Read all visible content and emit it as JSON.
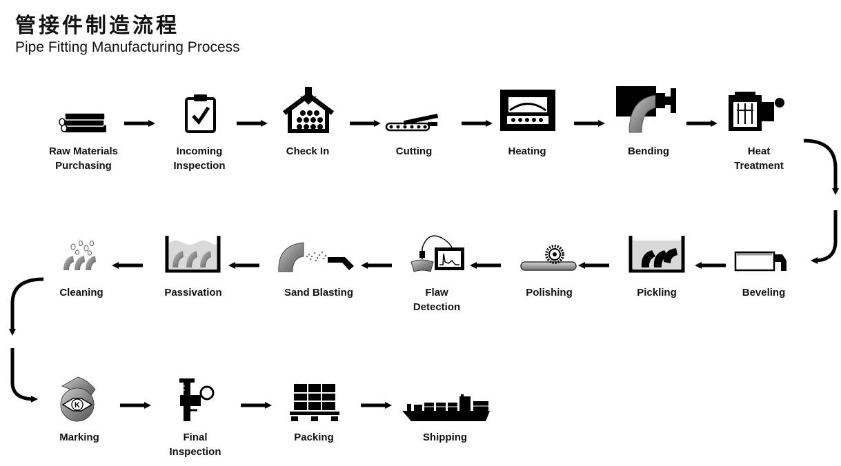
{
  "title_cn": "管接件制造流程",
  "title_en": "Pipe Fitting Manufacturing  Process",
  "marking_logo_letter": "K",
  "steps": [
    {
      "lines": [
        "Raw Materials",
        "Purchasing"
      ],
      "icon": "pipe-stack-icon"
    },
    {
      "lines": [
        "Incoming",
        "Inspection"
      ],
      "icon": "clipboard-check-icon"
    },
    {
      "lines": [
        "Check In",
        ""
      ],
      "icon": "warehouse-icon"
    },
    {
      "lines": [
        "Cutting",
        ""
      ],
      "icon": "saw-conveyor-icon"
    },
    {
      "lines": [
        "Heating",
        ""
      ],
      "icon": "furnace-icon"
    },
    {
      "lines": [
        "Bending",
        ""
      ],
      "icon": "pipe-bender-icon"
    },
    {
      "lines": [
        "Heat",
        "Treatment"
      ],
      "icon": "heat-treatment-machine-icon"
    },
    {
      "lines": [
        "Beveling",
        ""
      ],
      "icon": "beveling-machine-icon"
    },
    {
      "lines": [
        "Pickling",
        ""
      ],
      "icon": "pickling-tank-icon"
    },
    {
      "lines": [
        "Polishing",
        ""
      ],
      "icon": "polishing-wheel-icon"
    },
    {
      "lines": [
        "Flaw",
        "Detection"
      ],
      "icon": "ultrasonic-detector-icon"
    },
    {
      "lines": [
        "Sand Blasting",
        ""
      ],
      "icon": "sand-blasting-icon"
    },
    {
      "lines": [
        "Passivation",
        ""
      ],
      "icon": "passivation-tank-icon"
    },
    {
      "lines": [
        "Cleaning",
        ""
      ],
      "icon": "cleaning-bubbles-icon"
    },
    {
      "lines": [
        "Marking",
        ""
      ],
      "icon": "marking-logo-icon"
    },
    {
      "lines": [
        "Final",
        "Inspection"
      ],
      "icon": "caliper-gauge-icon"
    },
    {
      "lines": [
        "Packing",
        ""
      ],
      "icon": "pallet-boxes-icon"
    },
    {
      "lines": [
        "Shipping",
        ""
      ],
      "icon": "cargo-ship-icon"
    }
  ]
}
